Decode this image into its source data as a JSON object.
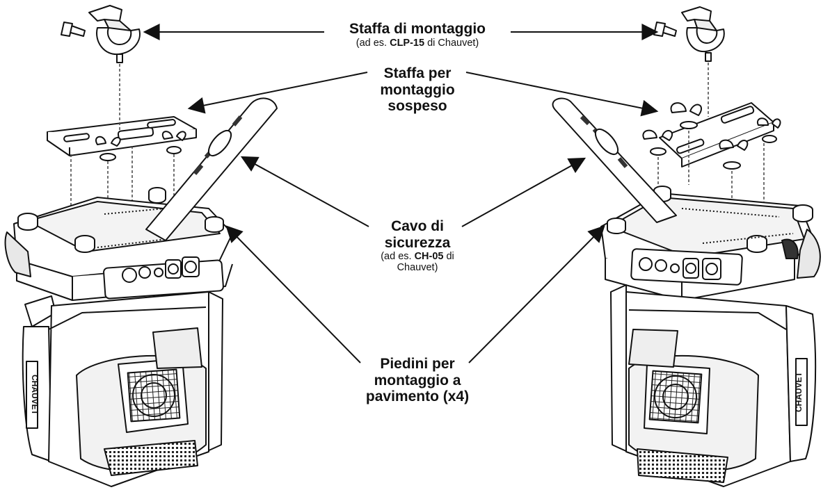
{
  "labels": {
    "mount_bracket": {
      "title": "Staffa di montaggio",
      "note_pre": "(ad es. ",
      "note_bold": "CLP-15",
      "note_post": " di Chauvet)"
    },
    "hanging_bracket": {
      "line1": "Staffa per",
      "line2": "montaggio",
      "line3": "sospeso"
    },
    "safety_cable": {
      "line1": "Cavo di",
      "line2": "sicurezza",
      "note_pre": "(ad es. ",
      "note_bold": "CH-05",
      "note_post": " di",
      "note_line2": "Chauvet)"
    },
    "floor_feet": {
      "line1": "Piedini per",
      "line2": "montaggio a",
      "line3": "pavimento (x4)"
    }
  },
  "colors": {
    "line": "#111111",
    "fill": "#ffffff",
    "shade": "#d9d9d9",
    "dark": "#333333"
  }
}
